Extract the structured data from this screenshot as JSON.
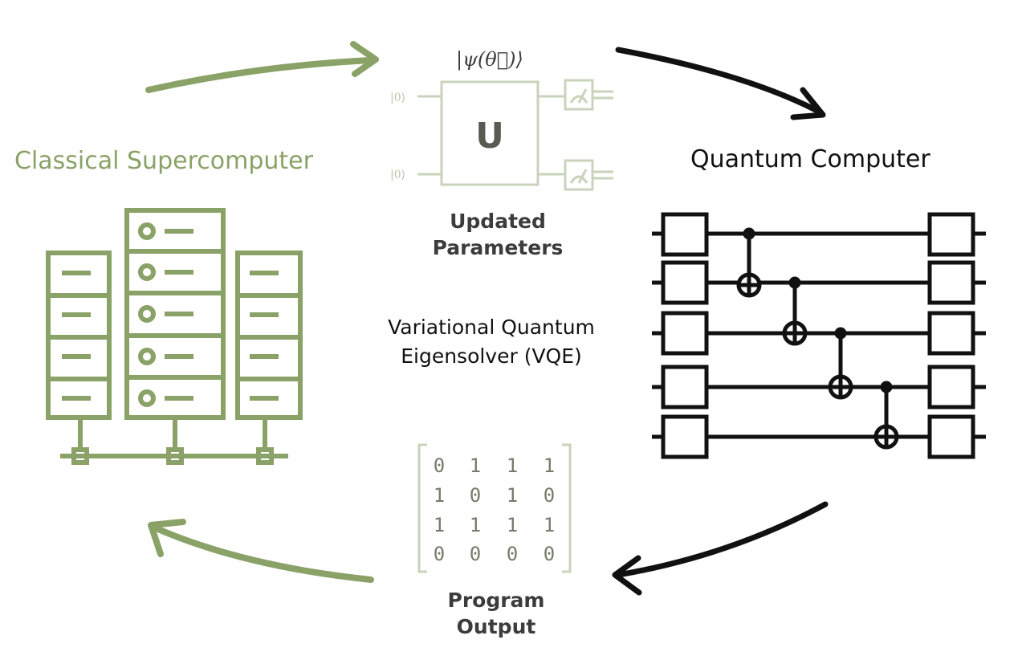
{
  "title": "Variational Quantum Eigensolver (VQE)",
  "title_lines": [
    "Variational Quantum",
    "Eigensolver (VQE)"
  ],
  "nodes": {
    "classical": {
      "label": "Classical Supercomputer"
    },
    "quantum": {
      "label": "Quantum Computer"
    },
    "parameters": {
      "ket_label": "|ψ(θ⃗)⟩",
      "gate_label": "U",
      "input_states": [
        "|0⟩",
        "|0⟩"
      ],
      "caption_lines": [
        "Updated",
        "Parameters"
      ]
    },
    "output": {
      "caption_lines": [
        "Program",
        "Output"
      ],
      "matrix": [
        [
          "0",
          "1",
          "1",
          "1"
        ],
        [
          "1",
          "0",
          "1",
          "0"
        ],
        [
          "1",
          "1",
          "1",
          "1"
        ],
        [
          "0",
          "0",
          "0",
          "0"
        ]
      ]
    }
  },
  "colors": {
    "classical": "#8aa267",
    "quantum": "#111111",
    "faded": "#c9d3bc"
  },
  "edges": [
    {
      "from": "classical",
      "to": "parameters"
    },
    {
      "from": "parameters",
      "to": "quantum"
    },
    {
      "from": "quantum",
      "to": "output"
    },
    {
      "from": "output",
      "to": "classical"
    }
  ]
}
